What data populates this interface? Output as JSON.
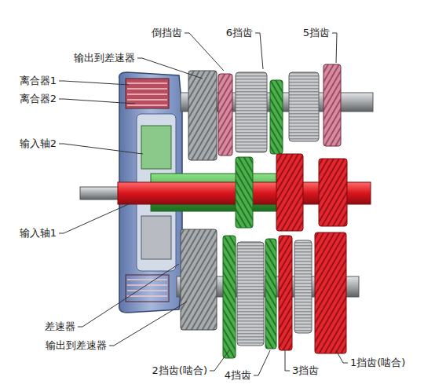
{
  "diagram": {
    "labels": [
      "倒挡齿",
      "6挡齿",
      "5挡齿",
      "输出到差速器",
      "离合器1",
      "离合器2",
      "输入轴2",
      "输入轴1",
      "差速器",
      "输出到差速器",
      "2挡齿(啮合)",
      "4挡齿",
      "3挡齿",
      "1挡齿(啮合)"
    ]
  }
}
